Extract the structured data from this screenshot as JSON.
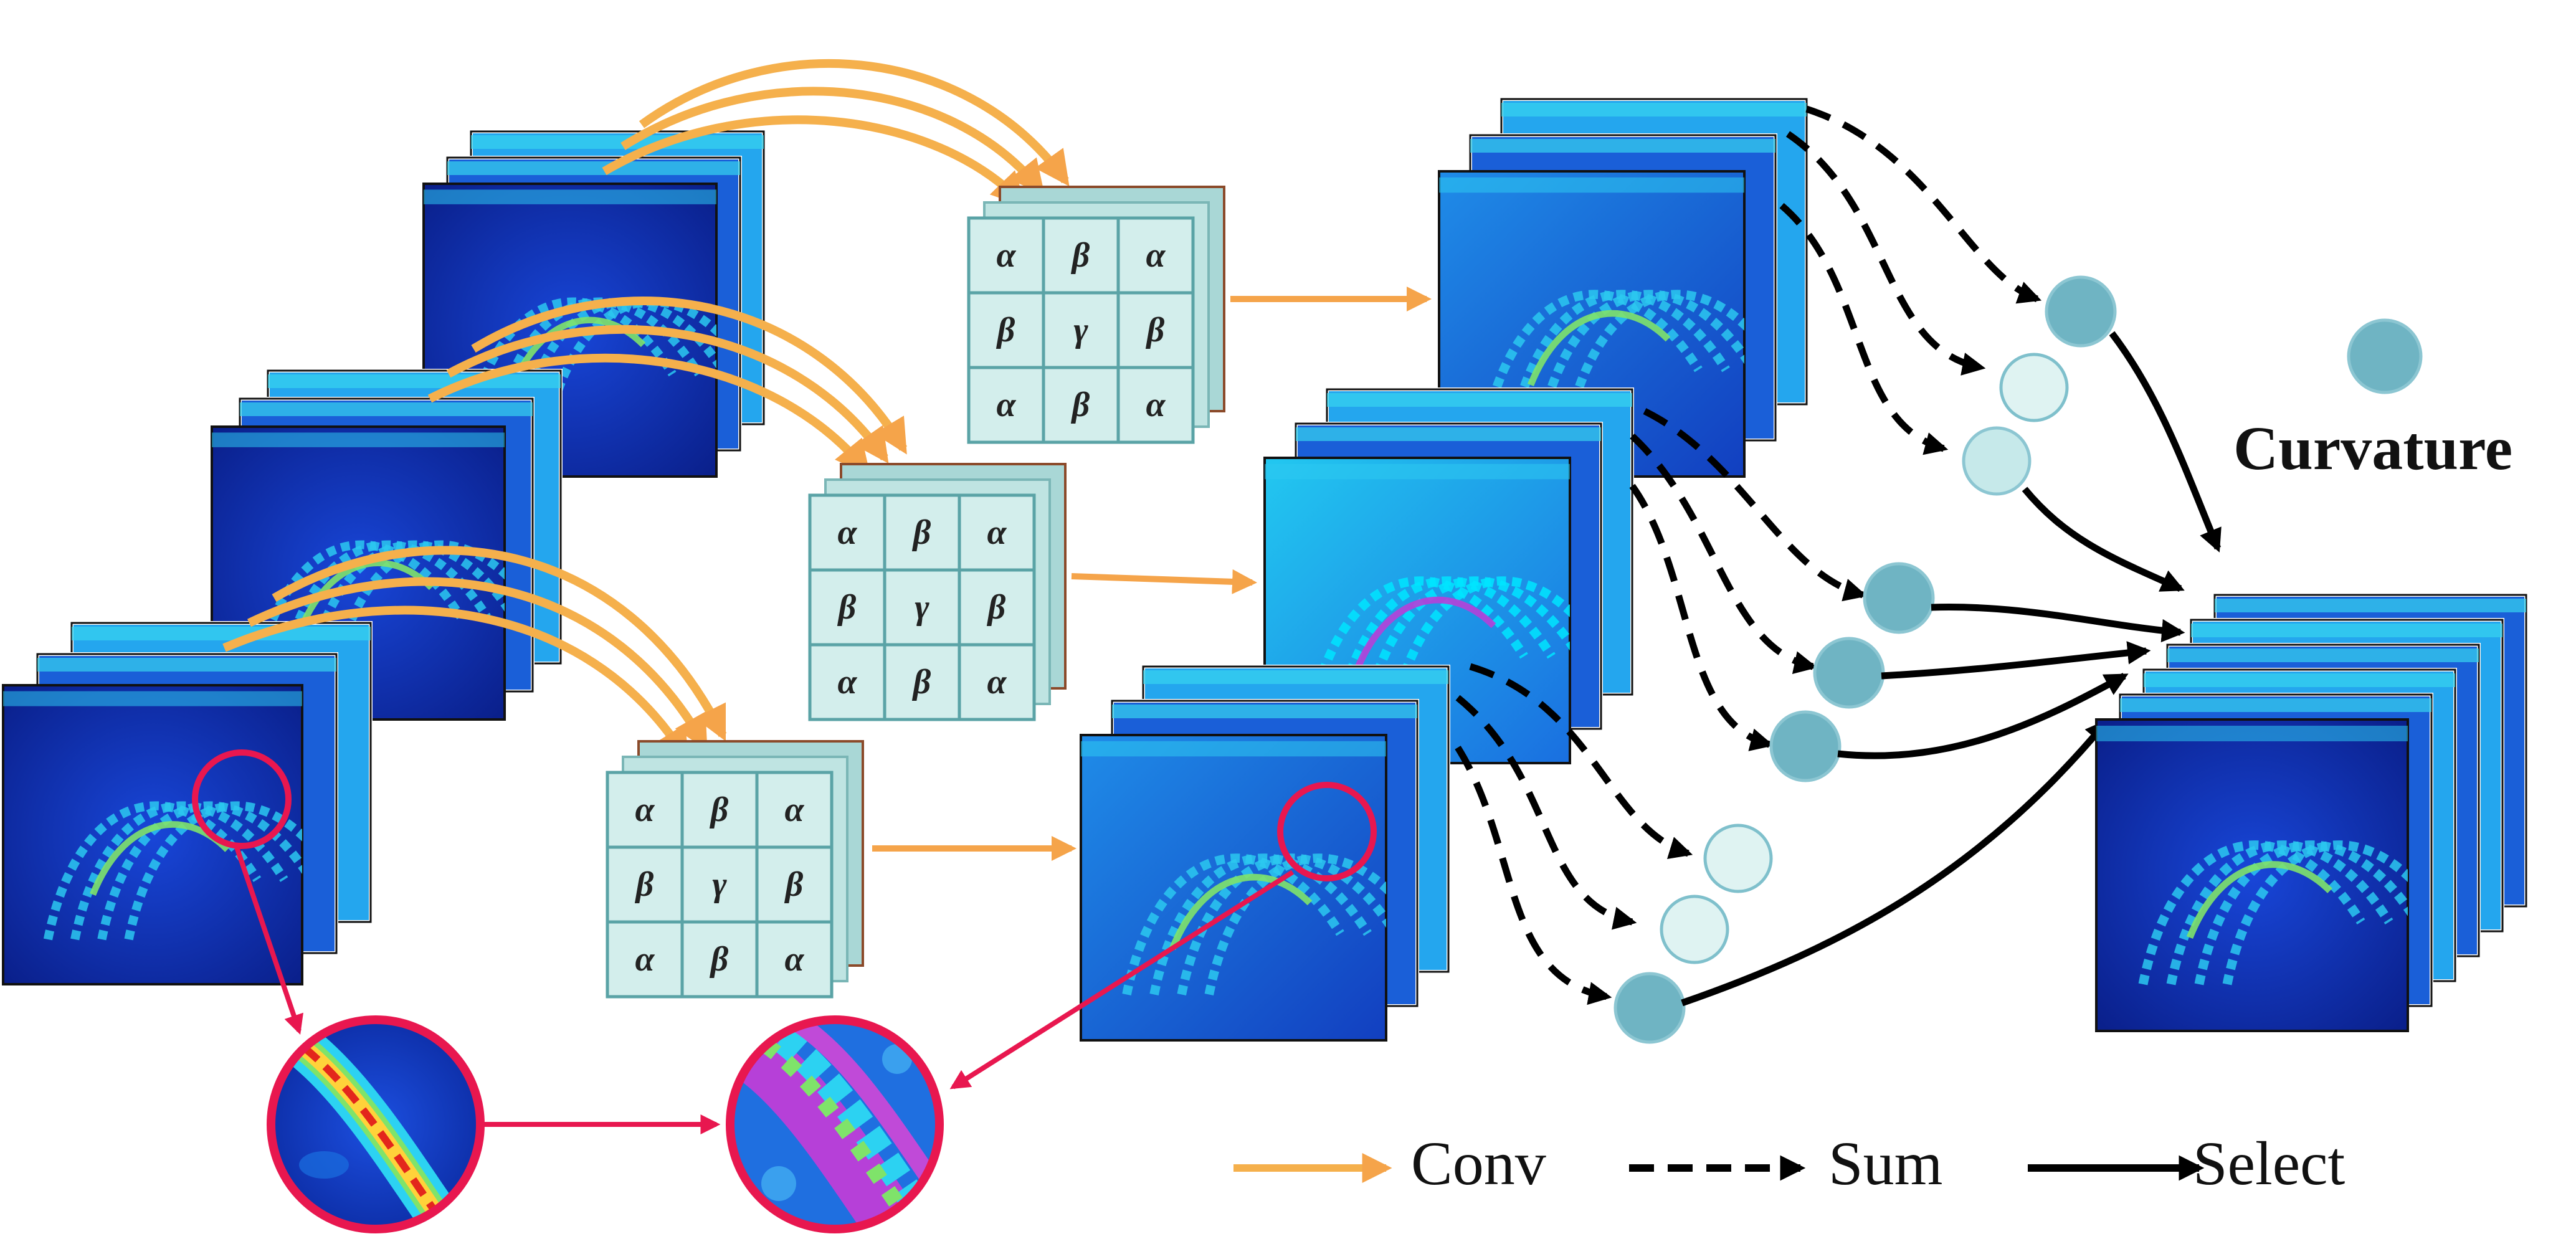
{
  "kernel": {
    "cells": [
      [
        "α",
        "β",
        "α"
      ],
      [
        "β",
        "γ",
        "β"
      ],
      [
        "α",
        "β",
        "α"
      ]
    ]
  },
  "curvature_label": "Curvature",
  "legend": {
    "conv": "Conv",
    "sum": "Sum",
    "select": "Select"
  },
  "colors": {
    "conv_arrow": "#f5b04c",
    "kernel_fill": "#d3eeec",
    "kernel_back": "#a9d7d6",
    "kernel_edge": "#8b4a2a",
    "node_dark": "#6fb4c3",
    "node_light": "#dff3f2",
    "zoom_ring": "#e8174f",
    "map_deep": "#0a2a9a"
  }
}
